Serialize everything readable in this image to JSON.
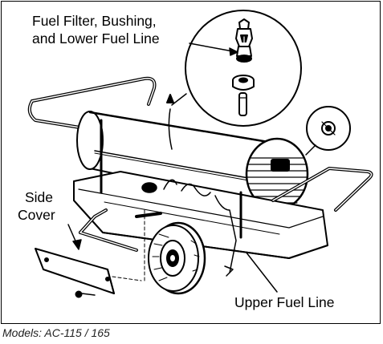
{
  "labels": {
    "fuel_filter_line1": "Fuel Filter, Bushing,",
    "fuel_filter_line2": "and Lower Fuel Line",
    "side_cover_line1": "Side",
    "side_cover_line2": "Cover",
    "upper_fuel_line": "Upper Fuel Line"
  },
  "caption": "Models: AC-115 / 165",
  "icons": [
    "heater-illustration",
    "detail-magnifier-circle",
    "knob-detail-circle",
    "side-cover-panel",
    "wheel"
  ],
  "colors": {
    "line": "#000000",
    "background": "#ffffff"
  }
}
